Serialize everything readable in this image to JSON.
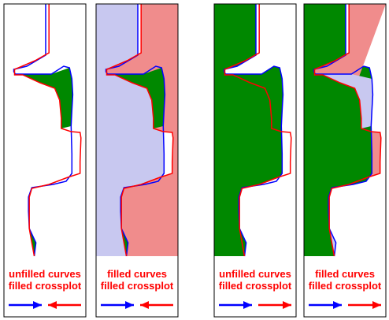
{
  "colors": {
    "track_border": "#000000",
    "curve_a": "#0000ff",
    "curve_b": "#ff0000",
    "fill_green": "#008800",
    "fill_blue": "#c8c8f0",
    "fill_red": "#f08c8c",
    "label": "#ff0000"
  },
  "panels": [
    {
      "id": "panel-1",
      "caption_line1": "unfilled curves",
      "caption_line2": "filled crossplot",
      "curve_fills": "none",
      "crossplot_fill": "green-between",
      "arrow_blue_dir": "right",
      "arrow_red_dir": "left"
    },
    {
      "id": "panel-2",
      "caption_line1": "filled curves",
      "caption_line2": "filled crossplot",
      "curve_fills": "outer",
      "crossplot_fill": "green-between",
      "arrow_blue_dir": "right",
      "arrow_red_dir": "left"
    },
    {
      "id": "panel-3",
      "caption_line1": "unfilled curves",
      "caption_line2": "filled crossplot",
      "curve_fills": "none",
      "crossplot_fill": "green-outside",
      "arrow_blue_dir": "right",
      "arrow_red_dir": "right"
    },
    {
      "id": "panel-4",
      "caption_line1": "filled curves",
      "caption_line2": "filled crossplot",
      "curve_fills": "mixed",
      "crossplot_fill": "green-left",
      "arrow_blue_dir": "right",
      "arrow_red_dir": "right"
    }
  ]
}
